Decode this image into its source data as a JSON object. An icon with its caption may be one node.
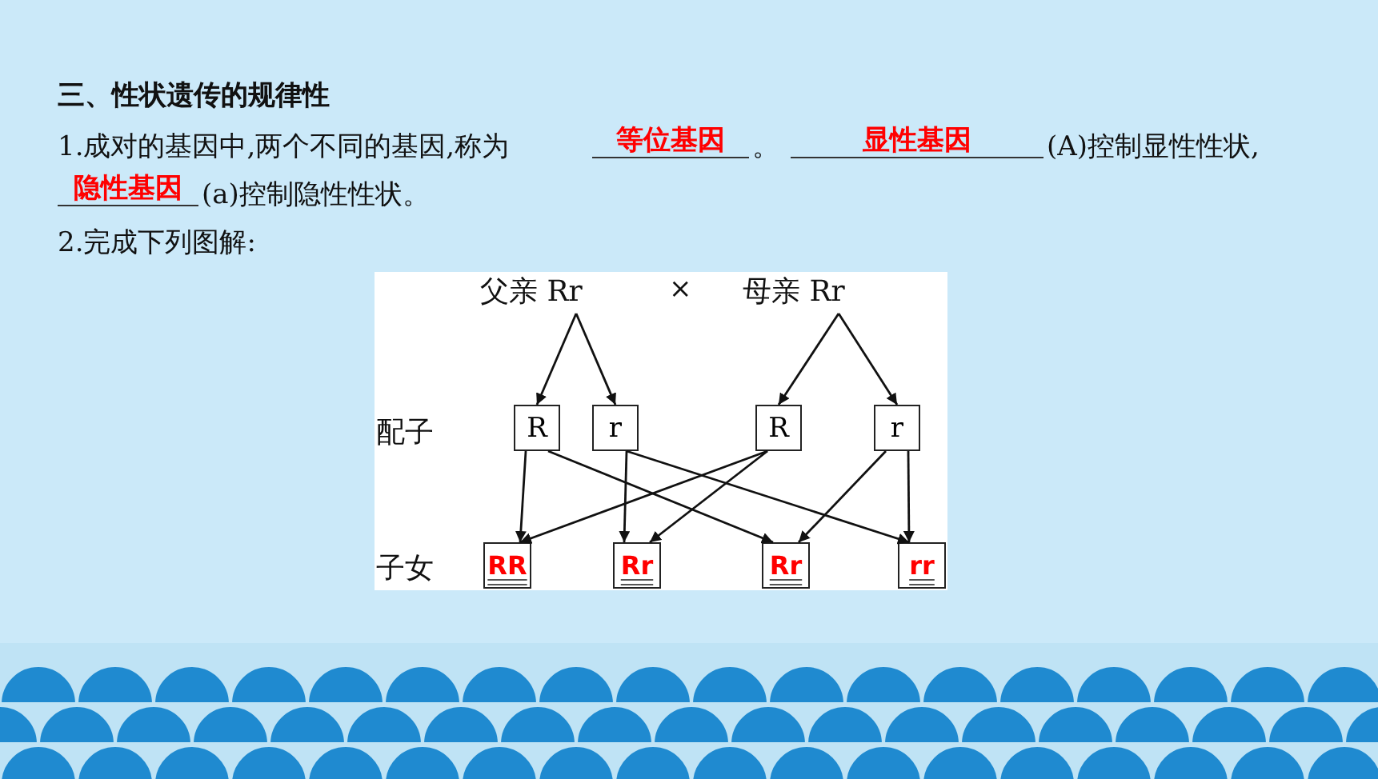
{
  "diagram": {
    "title": "三、性状遗传的规律性",
    "nodes": [
      {
        "text": [
          "父亲 Rr"
        ]
      },
      {
        "text": [
          "母亲 Rr"
        ]
      },
      {
        "text": [
          "R"
        ]
      },
      {
        "text": [
          "r"
        ]
      },
      {
        "text": [
          "R"
        ]
      },
      {
        "text": [
          "r"
        ]
      },
      {
        "text": [
          "RR"
        ]
      },
      {
        "text": [
          "Rr"
        ]
      },
      {
        "text": [
          "Rr"
        ]
      },
      {
        "text": [
          "rr"
        ]
      }
    ],
    "edges": [
      {
        "from": 0,
        "to": 2,
        "arrow": "to"
      },
      {
        "from": 0,
        "to": 3,
        "arrow": "to"
      },
      {
        "from": 1,
        "to": 4,
        "arrow": "to"
      },
      {
        "from": 1,
        "to": 5,
        "arrow": "to"
      },
      {
        "from": 2,
        "to": 6,
        "arrow": "to"
      },
      {
        "from": 2,
        "to": 8,
        "arrow": "to"
      },
      {
        "from": 3,
        "to": 7,
        "arrow": "to"
      },
      {
        "from": 3,
        "to": 9,
        "arrow": "to"
      },
      {
        "from": 4,
        "to": 6,
        "arrow": "to"
      },
      {
        "from": 4,
        "to": 7,
        "arrow": "to"
      },
      {
        "from": 5,
        "to": 8,
        "arrow": "to"
      },
      {
        "from": 5,
        "to": 9,
        "arrow": "to"
      }
    ],
    "labels": [
      "1.成对的基因中,两个不同的基因,称为",
      "等位基因",
      "。",
      "显性基因",
      "(A)控制显性性状,",
      "隐性基因",
      "(a)控制隐性性状。",
      "2.完成下列图解:",
      "×",
      "配子",
      "子女"
    ]
  }
}
